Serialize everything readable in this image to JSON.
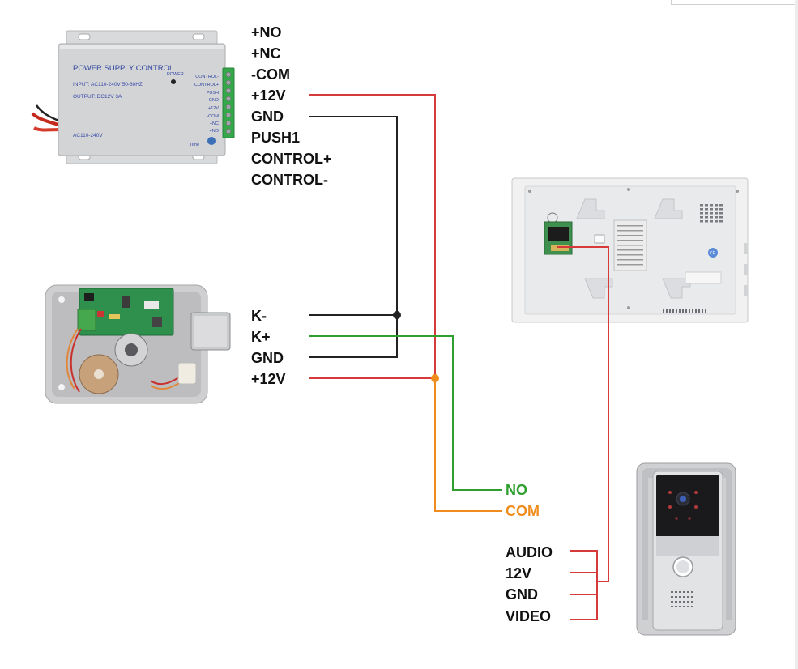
{
  "colors": {
    "red_wire": "#d63a3a",
    "black_wire": "#222222",
    "green_wire": "#2e9e2e",
    "orange_wire": "#f08c1e",
    "label_text": "#111111",
    "no_label": "#2e9e2e",
    "com_label": "#f08c1e"
  },
  "power_supply": {
    "title": "POWER SUPPLY CONTROL",
    "input": "INPUT: AC110-240V 50-60HZ",
    "output": "OUTPUT: DC12V  3A",
    "ac": "AC110-240V",
    "power_led": "POWER",
    "time": "Time",
    "terminals": [
      "CONTROL-",
      "CONTROL+",
      "PUSH",
      "GND",
      "+12V",
      "-COM",
      "+NC",
      "+NO"
    ],
    "pins": [
      "+NO",
      "+NC",
      "-COM",
      "+12V",
      "GND",
      "PUSH1",
      "CONTROL+",
      "CONTROL-"
    ]
  },
  "lock": {
    "pins": [
      "K-",
      "K+",
      "GND",
      "+12V"
    ]
  },
  "relay": {
    "no": "NO",
    "com": "COM"
  },
  "monitor": {
    "badge": "CE"
  },
  "doorbell": {
    "pins": [
      "AUDIO",
      "12V",
      "GND",
      "VIDEO"
    ]
  }
}
